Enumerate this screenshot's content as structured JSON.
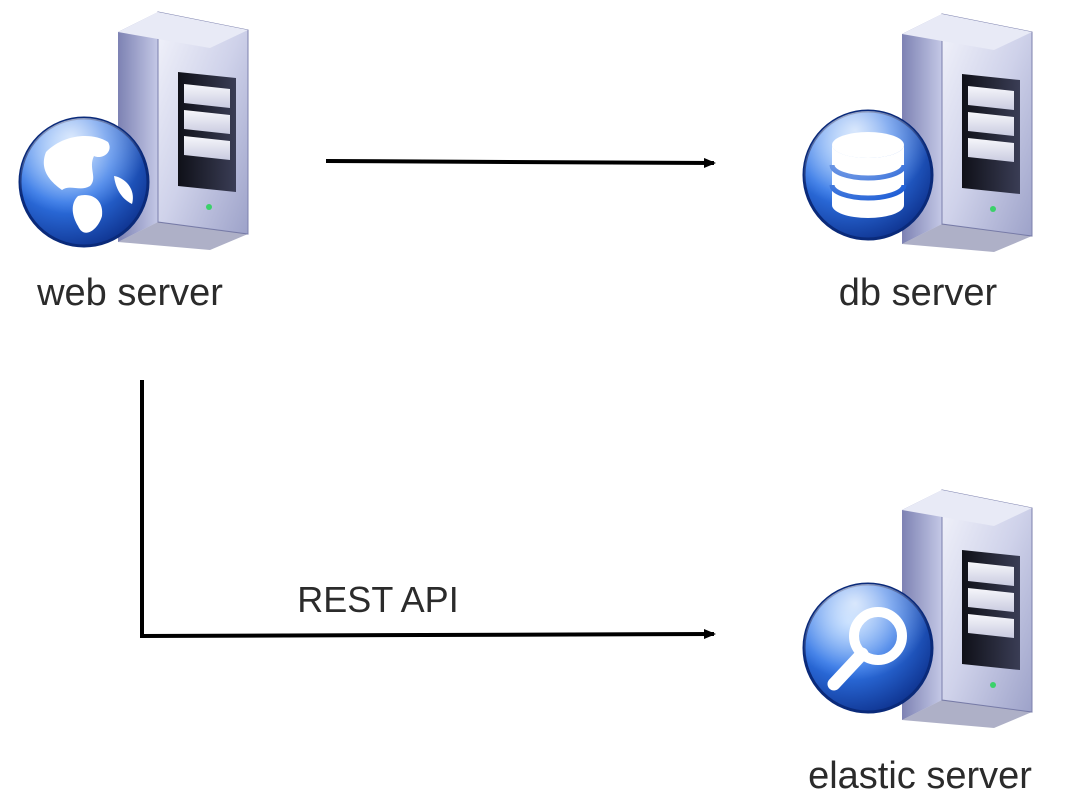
{
  "nodes": {
    "web": {
      "label": "web server",
      "icon": "globe-icon"
    },
    "db": {
      "label": "db server",
      "icon": "database-icon"
    },
    "elastic": {
      "label": "elastic server",
      "icon": "magnifier-icon"
    }
  },
  "edges": {
    "web_to_db": {
      "label": ""
    },
    "web_to_elastic": {
      "label": "REST API"
    }
  },
  "colors": {
    "tower_light": "#dfe2f2",
    "tower_mid": "#a9aed3",
    "tower_dark": "#5a5f8f",
    "panel_dark": "#1e2030",
    "badge_blue": "#1f5fd6",
    "badge_blue_dark": "#0c2f8a",
    "arrow": "#000000",
    "text": "#2b2b2b"
  }
}
